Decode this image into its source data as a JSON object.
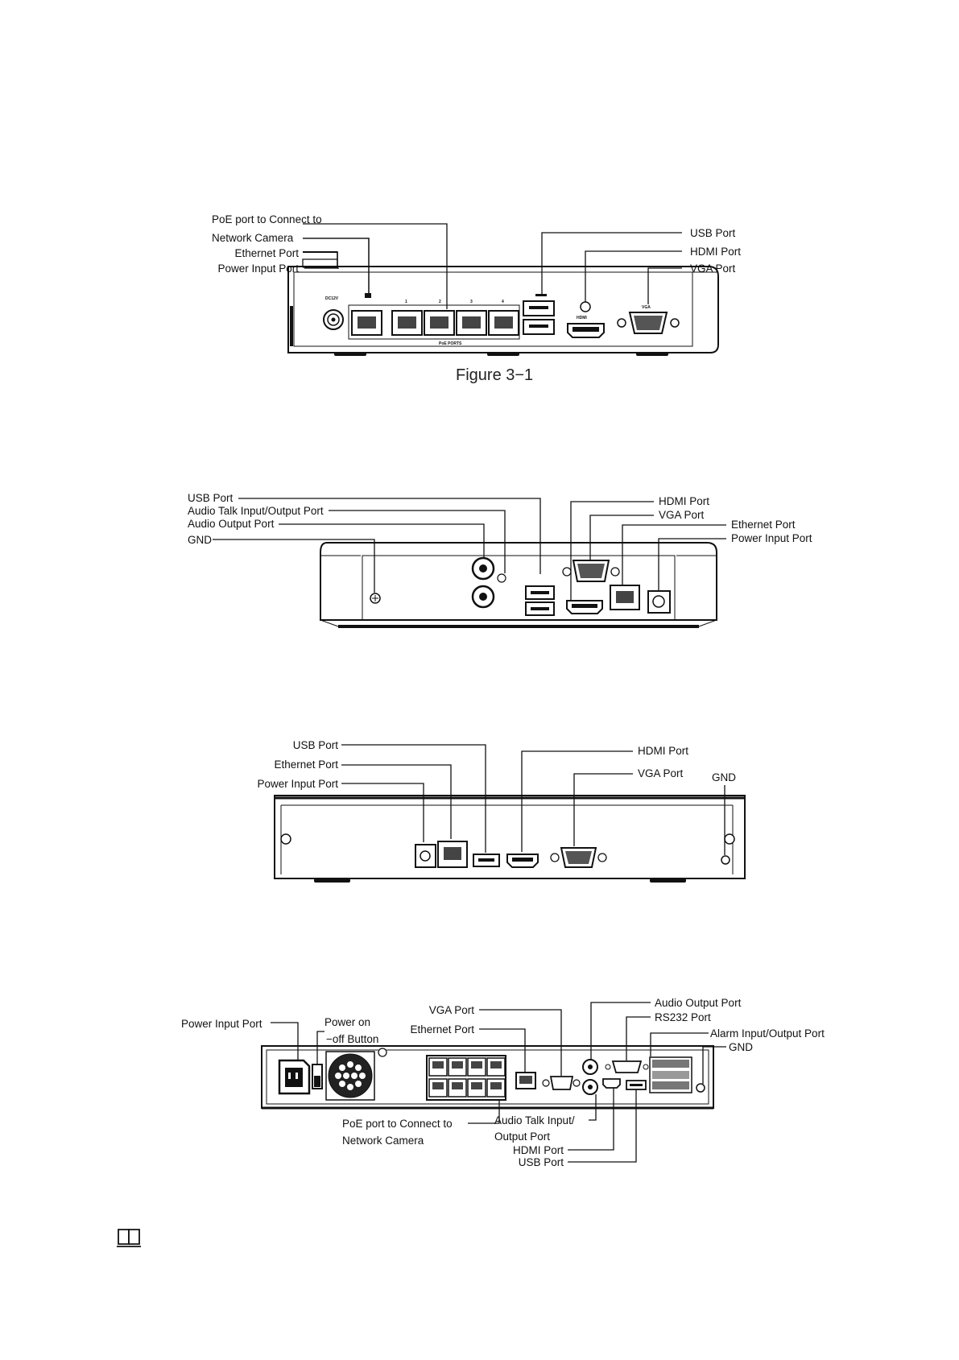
{
  "figure1": {
    "caption": "Figure 3−1",
    "labels": {
      "poe_line1": "PoE port to Connect to",
      "poe_line2": "Network Camera",
      "ethernet": "Ethernet Port",
      "power": "Power Input Port",
      "usb": "USB Port",
      "hdmi": "HDMI Port",
      "vga": "VGA Port"
    },
    "panel_text": {
      "dc": "DC12V",
      "ports": [
        "1",
        "2",
        "3",
        "4"
      ],
      "poe": "PoE PORTS",
      "hdmi_mark": "HDMI",
      "vga_mark": "VGA"
    }
  },
  "figure2": {
    "labels": {
      "usb": "USB Port",
      "audio_talk": "Audio Talk Input/Output Port",
      "audio_out": "Audio Output Port",
      "gnd": "GND",
      "hdmi": "HDMI Port",
      "vga": "VGA Port",
      "ethernet": "Ethernet Port",
      "power": "Power Input Port"
    }
  },
  "figure3": {
    "labels": {
      "usb": "USB Port",
      "ethernet": "Ethernet Port",
      "power": "Power Input Port",
      "hdmi": "HDMI Port",
      "vga": "VGA Port",
      "gnd": "GND"
    }
  },
  "figure4": {
    "labels": {
      "power": "Power Input Port",
      "power_btn_line1": "Power on",
      "power_btn_line2": "−off Button",
      "vga": "VGA Port",
      "ethernet": "Ethernet Port",
      "audio_out": "Audio Output Port",
      "rs232": "RS232 Port",
      "alarm": "Alarm Input/Output Port",
      "gnd": "GND",
      "poe_line1": "PoE port to Connect to",
      "poe_line2": "Network Camera",
      "audio_talk_line1": "Audio Talk Input/",
      "audio_talk_line2": "Output Port",
      "hdmi": "HDMI Port",
      "usb": "USB Port"
    }
  },
  "note_icon": "book-note-icon"
}
